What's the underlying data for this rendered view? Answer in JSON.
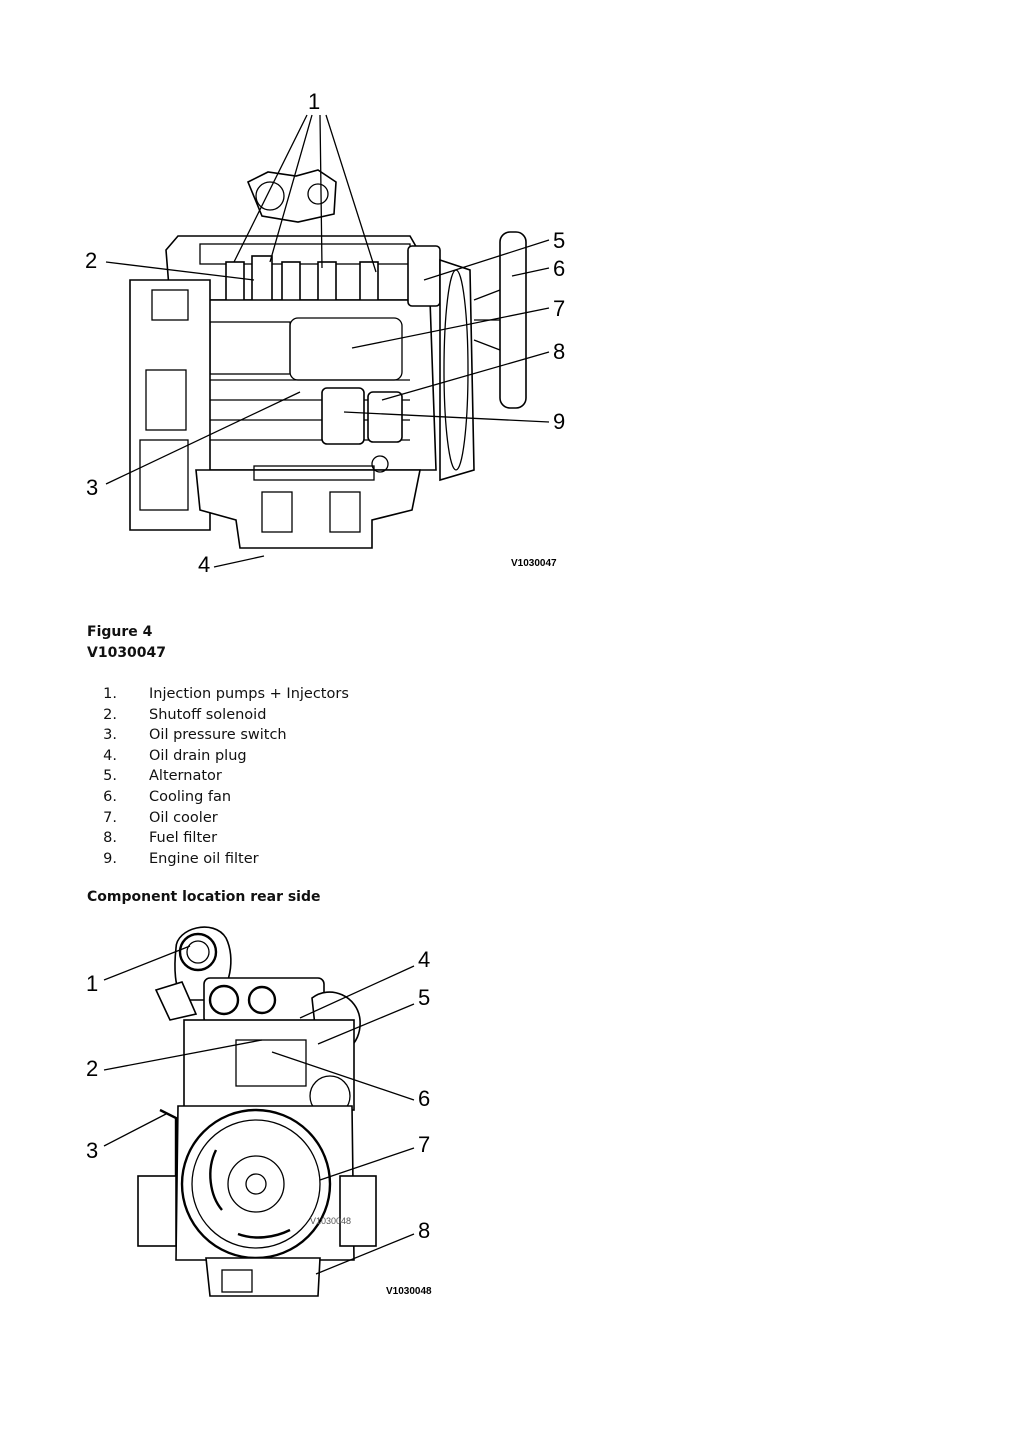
{
  "figure1": {
    "callouts": [
      "1",
      "2",
      "3",
      "4",
      "5",
      "6",
      "7",
      "8",
      "9"
    ],
    "image_code": "V1030047"
  },
  "caption": {
    "figure_label": "Figure 4",
    "figure_code": "V1030047"
  },
  "legend": [
    {
      "num": "1.",
      "text": "Injection pumps + Injectors"
    },
    {
      "num": "2.",
      "text": "Shutoff solenoid"
    },
    {
      "num": "3.",
      "text": "Oil pressure switch"
    },
    {
      "num": "4.",
      "text": "Oil drain plug"
    },
    {
      "num": "5.",
      "text": "Alternator"
    },
    {
      "num": "6.",
      "text": "Cooling fan"
    },
    {
      "num": "7.",
      "text": "Oil cooler"
    },
    {
      "num": "8.",
      "text": "Fuel filter"
    },
    {
      "num": "9.",
      "text": "Engine oil filter"
    }
  ],
  "section_heading": "Component location rear side",
  "figure2": {
    "callouts": [
      "1",
      "2",
      "3",
      "4",
      "5",
      "6",
      "7",
      "8"
    ],
    "image_code": "V1030048",
    "inner_code": "V1030048"
  }
}
